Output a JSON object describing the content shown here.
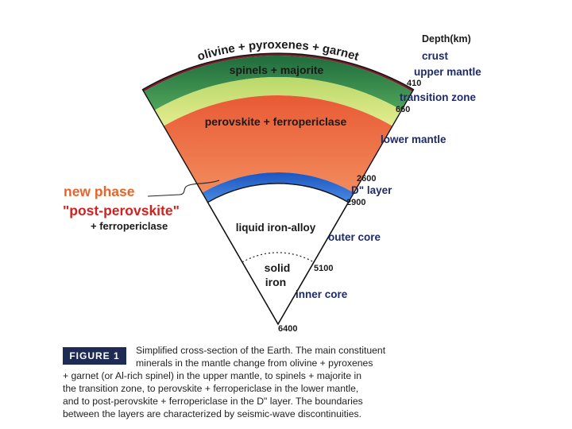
{
  "layers": {
    "top_mantle": "olivine + pyroxenes + garnet",
    "transition": "spinels + majorite",
    "lower": "perovskite + ferropericlase",
    "outer_core": "liquid iron-alloy",
    "inner_core_1": "solid",
    "inner_core_2": "iron"
  },
  "depth": {
    "heading": "Depth(km)",
    "d410": "410",
    "d660": "660",
    "d2600": "2600",
    "d2900": "2900",
    "d5100": "5100",
    "d6400": "6400"
  },
  "zones": {
    "crust": "crust",
    "upper_mantle": "upper mantle",
    "transition_zone": "transition zone",
    "lower_mantle": "lower mantle",
    "d_layer": "D\" layer",
    "outer_core": "outer core",
    "inner_core": "inner core"
  },
  "new_phase": {
    "line1": "new phase",
    "line2": "\"post-perovskite\"",
    "line3": "+ ferropericlase"
  },
  "caption": {
    "badge": "FIGURE 1",
    "lines": [
      "Simplified cross-section of the Earth. The main constituent",
      "minerals in the mantle change from olivine + pyroxenes",
      "+ garnet (or Al-rich spinel) in the upper mantle, to spinels + majorite in",
      "the transition zone, to perovskite + ferropericlase in the lower mantle,",
      "and to post-perovskite + ferropericlase in the D\" layer. The boundaries",
      "between the layers are characterized by seismic-wave discontinuities."
    ]
  },
  "colors": {
    "crust": "#7a1c2a",
    "upper_mantle": "#2e7d4a",
    "transition_zone": "#cfe07a",
    "lower_mantle": "#ea6a3e",
    "d_layer": "#2f6fd0",
    "core": "#ffffff",
    "label_navy": "#1f2a6b",
    "new_phase_orange": "#e8642a",
    "new_phase_red": "#d0231f"
  }
}
